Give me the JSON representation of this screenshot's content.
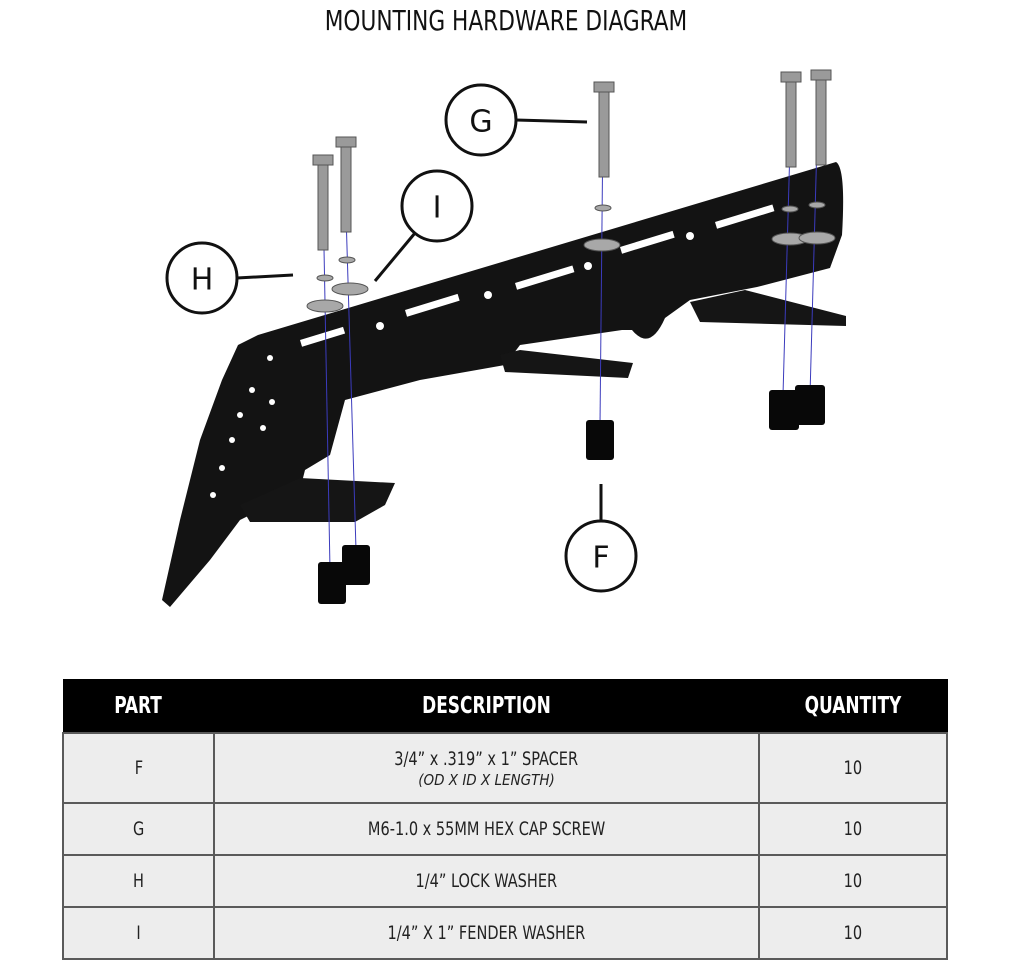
{
  "title": "MOUNTING HARDWARE DIAGRAM",
  "callouts": {
    "g": "G",
    "i": "I",
    "h": "H",
    "f": "F"
  },
  "table": {
    "headers": [
      "PART",
      "DESCRIPTION",
      "QUANTITY"
    ],
    "rows": [
      {
        "part": "F",
        "description": "3/4” x .319” x 1” SPACER",
        "description_sub": "(OD X ID X LENGTH)",
        "quantity": "10"
      },
      {
        "part": "G",
        "description": "M6-1.0 x 55MM HEX CAP SCREW",
        "quantity": "10"
      },
      {
        "part": "H",
        "description": "1/4” LOCK WASHER",
        "quantity": "10"
      },
      {
        "part": "I",
        "description": "1/4” X 1” FENDER WASHER",
        "quantity": "10"
      }
    ]
  },
  "colors": {
    "header_bg": "#000000",
    "row_bg": "#ededed",
    "bracket": "#111111",
    "guide_line": "#3b3bbd"
  }
}
